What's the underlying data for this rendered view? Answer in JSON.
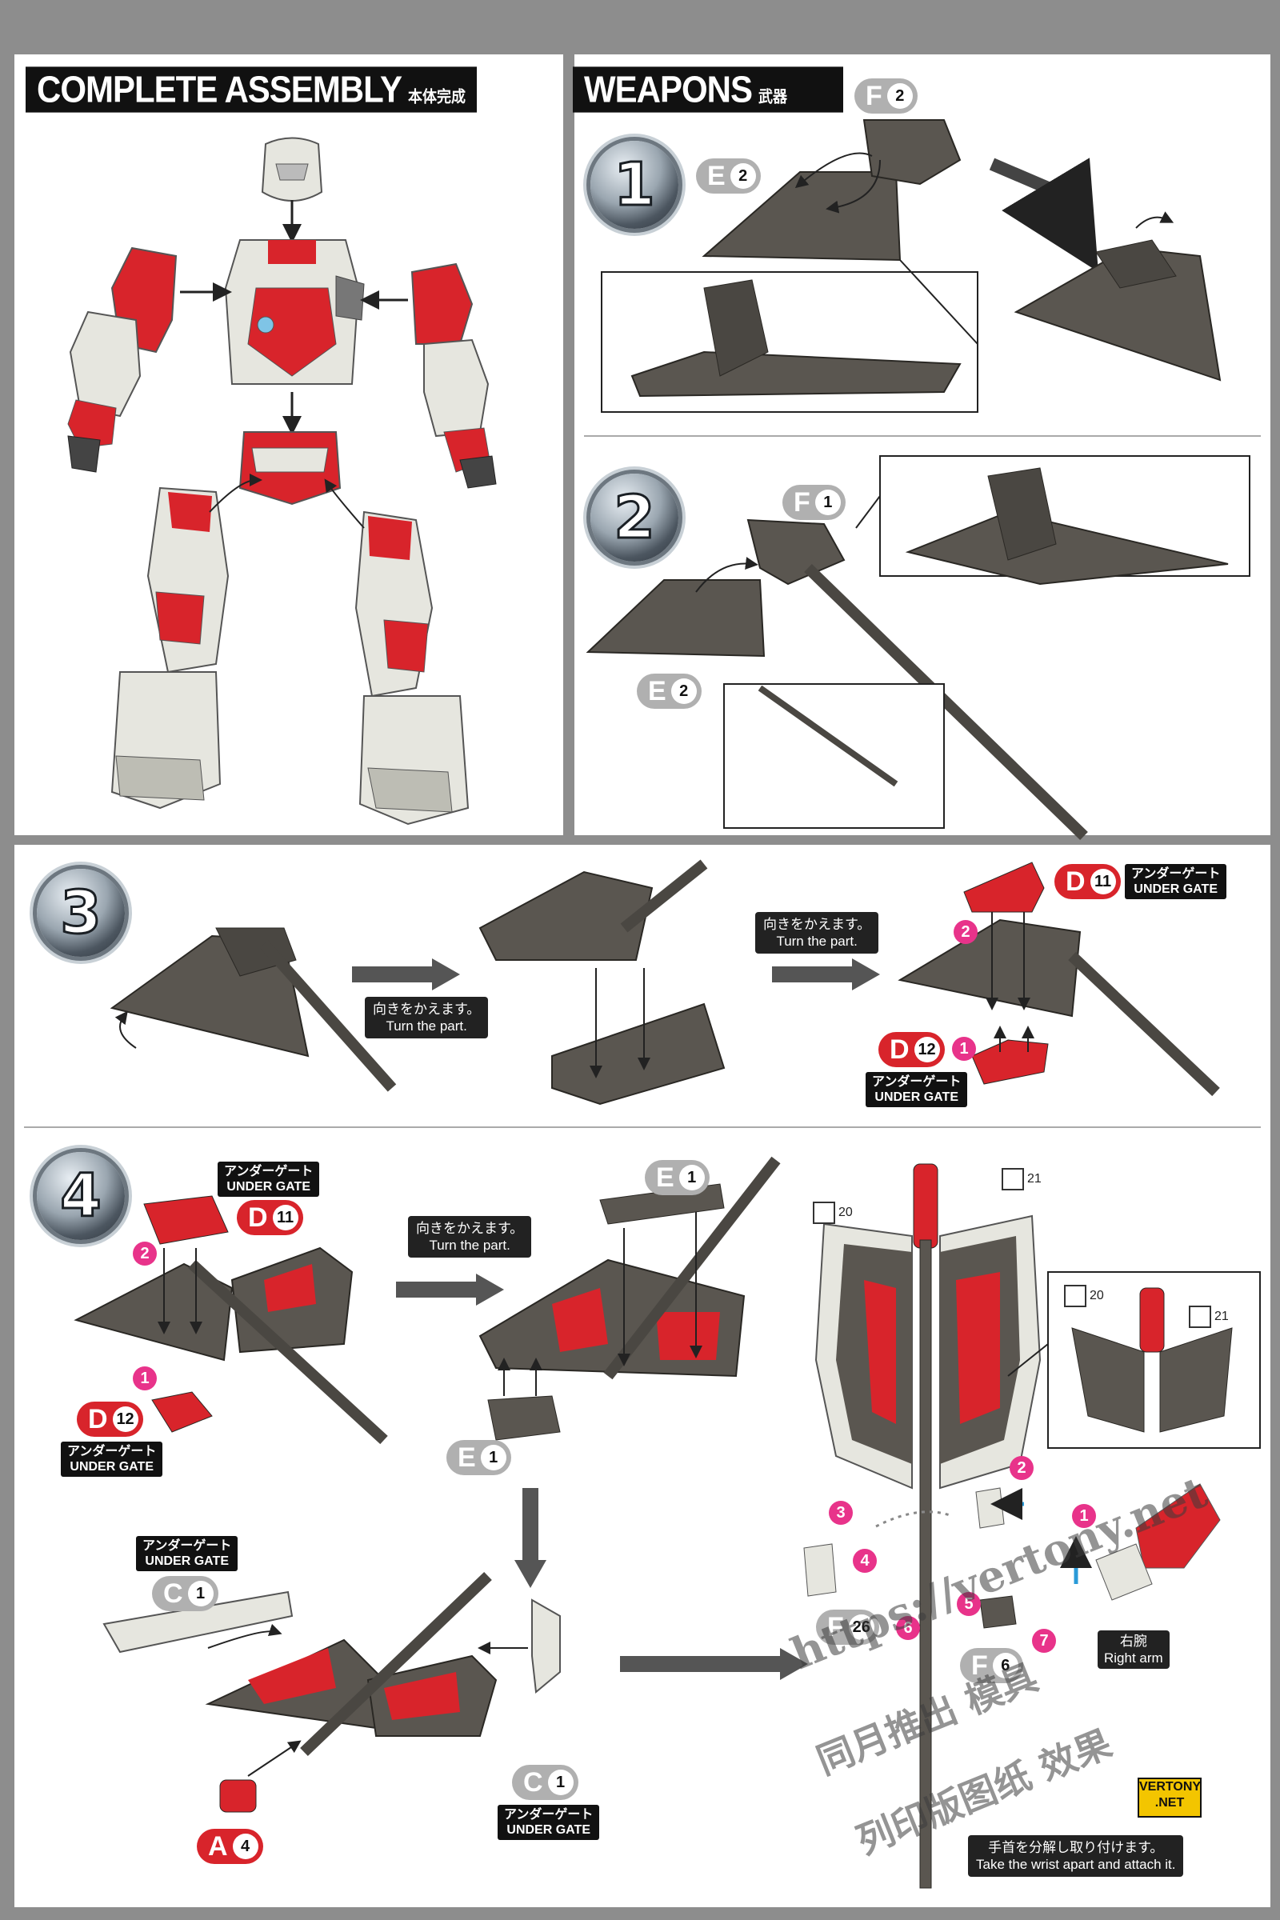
{
  "sections": {
    "complete_assembly": {
      "title": "COMPLETE ASSEMBLY",
      "subtitle": "本体完成"
    },
    "weapons": {
      "title": "WEAPONS",
      "subtitle": "武器"
    }
  },
  "steps": [
    "1",
    "2",
    "3",
    "4"
  ],
  "parts": {
    "f2": {
      "letter": "F",
      "num": "2"
    },
    "e2a": {
      "letter": "E",
      "num": "2"
    },
    "f1": {
      "letter": "F",
      "num": "1"
    },
    "e2b": {
      "letter": "E",
      "num": "2"
    },
    "d11a": {
      "letter": "D",
      "num": "11"
    },
    "d12a": {
      "letter": "D",
      "num": "12"
    },
    "d11b": {
      "letter": "D",
      "num": "11"
    },
    "d12b": {
      "letter": "D",
      "num": "12"
    },
    "e1a": {
      "letter": "E",
      "num": "1"
    },
    "e1b": {
      "letter": "E",
      "num": "1"
    },
    "c1a": {
      "letter": "C",
      "num": "1"
    },
    "c1b": {
      "letter": "C",
      "num": "1"
    },
    "a4": {
      "letter": "A",
      "num": "4"
    },
    "f26": {
      "letter": "F",
      "num": "26"
    },
    "f6": {
      "letter": "F",
      "num": "6"
    }
  },
  "under_gate": {
    "jp": "アンダーゲート",
    "en": "UNDER GATE"
  },
  "turn_note": {
    "jp": "向きをかえます。",
    "en": "Turn the part."
  },
  "order_badges": [
    "1",
    "2",
    "3",
    "4",
    "5",
    "6",
    "7"
  ],
  "stickers": {
    "s20": "20",
    "s21": "21"
  },
  "right_arm": {
    "jp": "右腕",
    "en": "Right arm"
  },
  "wrist_note": {
    "jp": "手首を分解し取り付けます。",
    "en": "Take the wrist apart and attach it."
  },
  "watermark": {
    "url": "https://vertony.net",
    "cn1": "同月推出 模具",
    "cn2": "列印版图纸 效果"
  },
  "logo": {
    "line1": "VERTONY",
    "line2": ".NET"
  },
  "colors": {
    "red": "#d8242b",
    "dark_part": "#5a5650",
    "white_part": "#e6e6df",
    "bg": "#8d8d8d"
  }
}
